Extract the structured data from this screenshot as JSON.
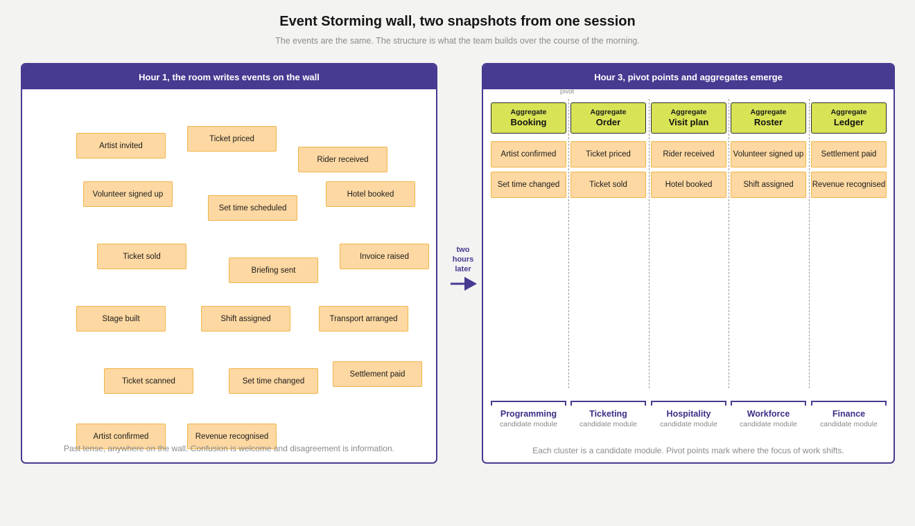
{
  "title": "Event Storming wall, two snapshots from one session",
  "subtitle": "The events are the same. The structure is what the team builds over the course of the morning.",
  "left_panel": {
    "header": "Hour 1, the room writes events on the wall",
    "note": "Past tense, anywhere on the wall. Confusion is welcome and disagreement is information.",
    "events": [
      "Artist invited",
      "Ticket priced",
      "Rider received",
      "Volunteer signed up",
      "Set time scheduled",
      "Hotel booked",
      "Ticket sold",
      "Briefing sent",
      "Invoice raised",
      "Stage built",
      "Shift assigned",
      "Transport arranged",
      "Ticket scanned",
      "Set time changed",
      "Settlement paid",
      "Artist confirmed",
      "Revenue recognised"
    ]
  },
  "transition": {
    "line1": "two",
    "line2": "hours",
    "line3": "later"
  },
  "right_panel": {
    "header": "Hour 3, pivot points and aggregates emerge",
    "pivot_label": "pivot",
    "aggregate_kind": "Aggregate",
    "module_caption": "candidate module",
    "note": "Each cluster is a candidate module. Pivot points mark where the focus of work shifts.",
    "columns": [
      {
        "aggregate": "Booking",
        "events": [
          "Artist confirmed",
          "Set time changed"
        ],
        "module": "Programming"
      },
      {
        "aggregate": "Order",
        "events": [
          "Ticket priced",
          "Ticket sold"
        ],
        "module": "Ticketing"
      },
      {
        "aggregate": "Visit plan",
        "events": [
          "Rider received",
          "Hotel booked"
        ],
        "module": "Hospitality"
      },
      {
        "aggregate": "Roster",
        "events": [
          "Volunteer signed up",
          "Shift assigned"
        ],
        "module": "Workforce"
      },
      {
        "aggregate": "Ledger",
        "events": [
          "Settlement paid",
          "Revenue recognised"
        ],
        "module": "Finance"
      }
    ]
  },
  "colors": {
    "frame": "#473a91",
    "event_fill": "#fdd8a2",
    "event_border": "#f0b548",
    "aggregate_fill": "#d9e356"
  }
}
